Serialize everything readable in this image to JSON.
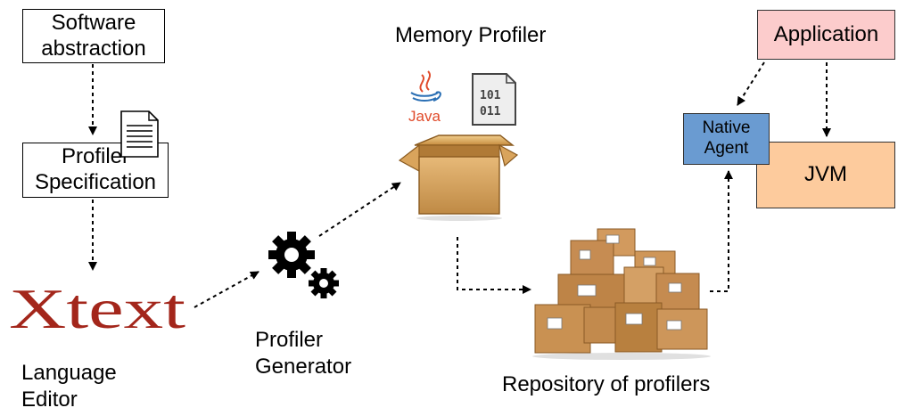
{
  "nodes": {
    "software_abstraction": "Software\nabstraction",
    "profiler_specification": "Profiler\nSpecification",
    "xtext_logo": "Xtext",
    "language_editor": "Language\nEditor",
    "profiler_generator": "Profiler\nGenerator",
    "memory_profiler": "Memory Profiler",
    "java_logo_text": "Java",
    "binary_file_text": [
      "101",
      "011"
    ],
    "repository_of_profilers": "Repository of profilers",
    "application": "Application",
    "native_agent": "Native\nAgent",
    "jvm": "JVM"
  },
  "colors": {
    "application_fill": "#fccccc",
    "native_agent_fill": "#6a9bd1",
    "jvm_fill": "#fdcb9d",
    "xtext_red": "#a3261b",
    "java_red": "#e04b2b",
    "java_blue": "#2a6fb4",
    "cardboard": "#c68c52"
  },
  "icons": [
    "document-icon",
    "java-icon",
    "binary-file-icon",
    "gears-icon",
    "package-box-icon",
    "cardboard-boxes-icon"
  ]
}
